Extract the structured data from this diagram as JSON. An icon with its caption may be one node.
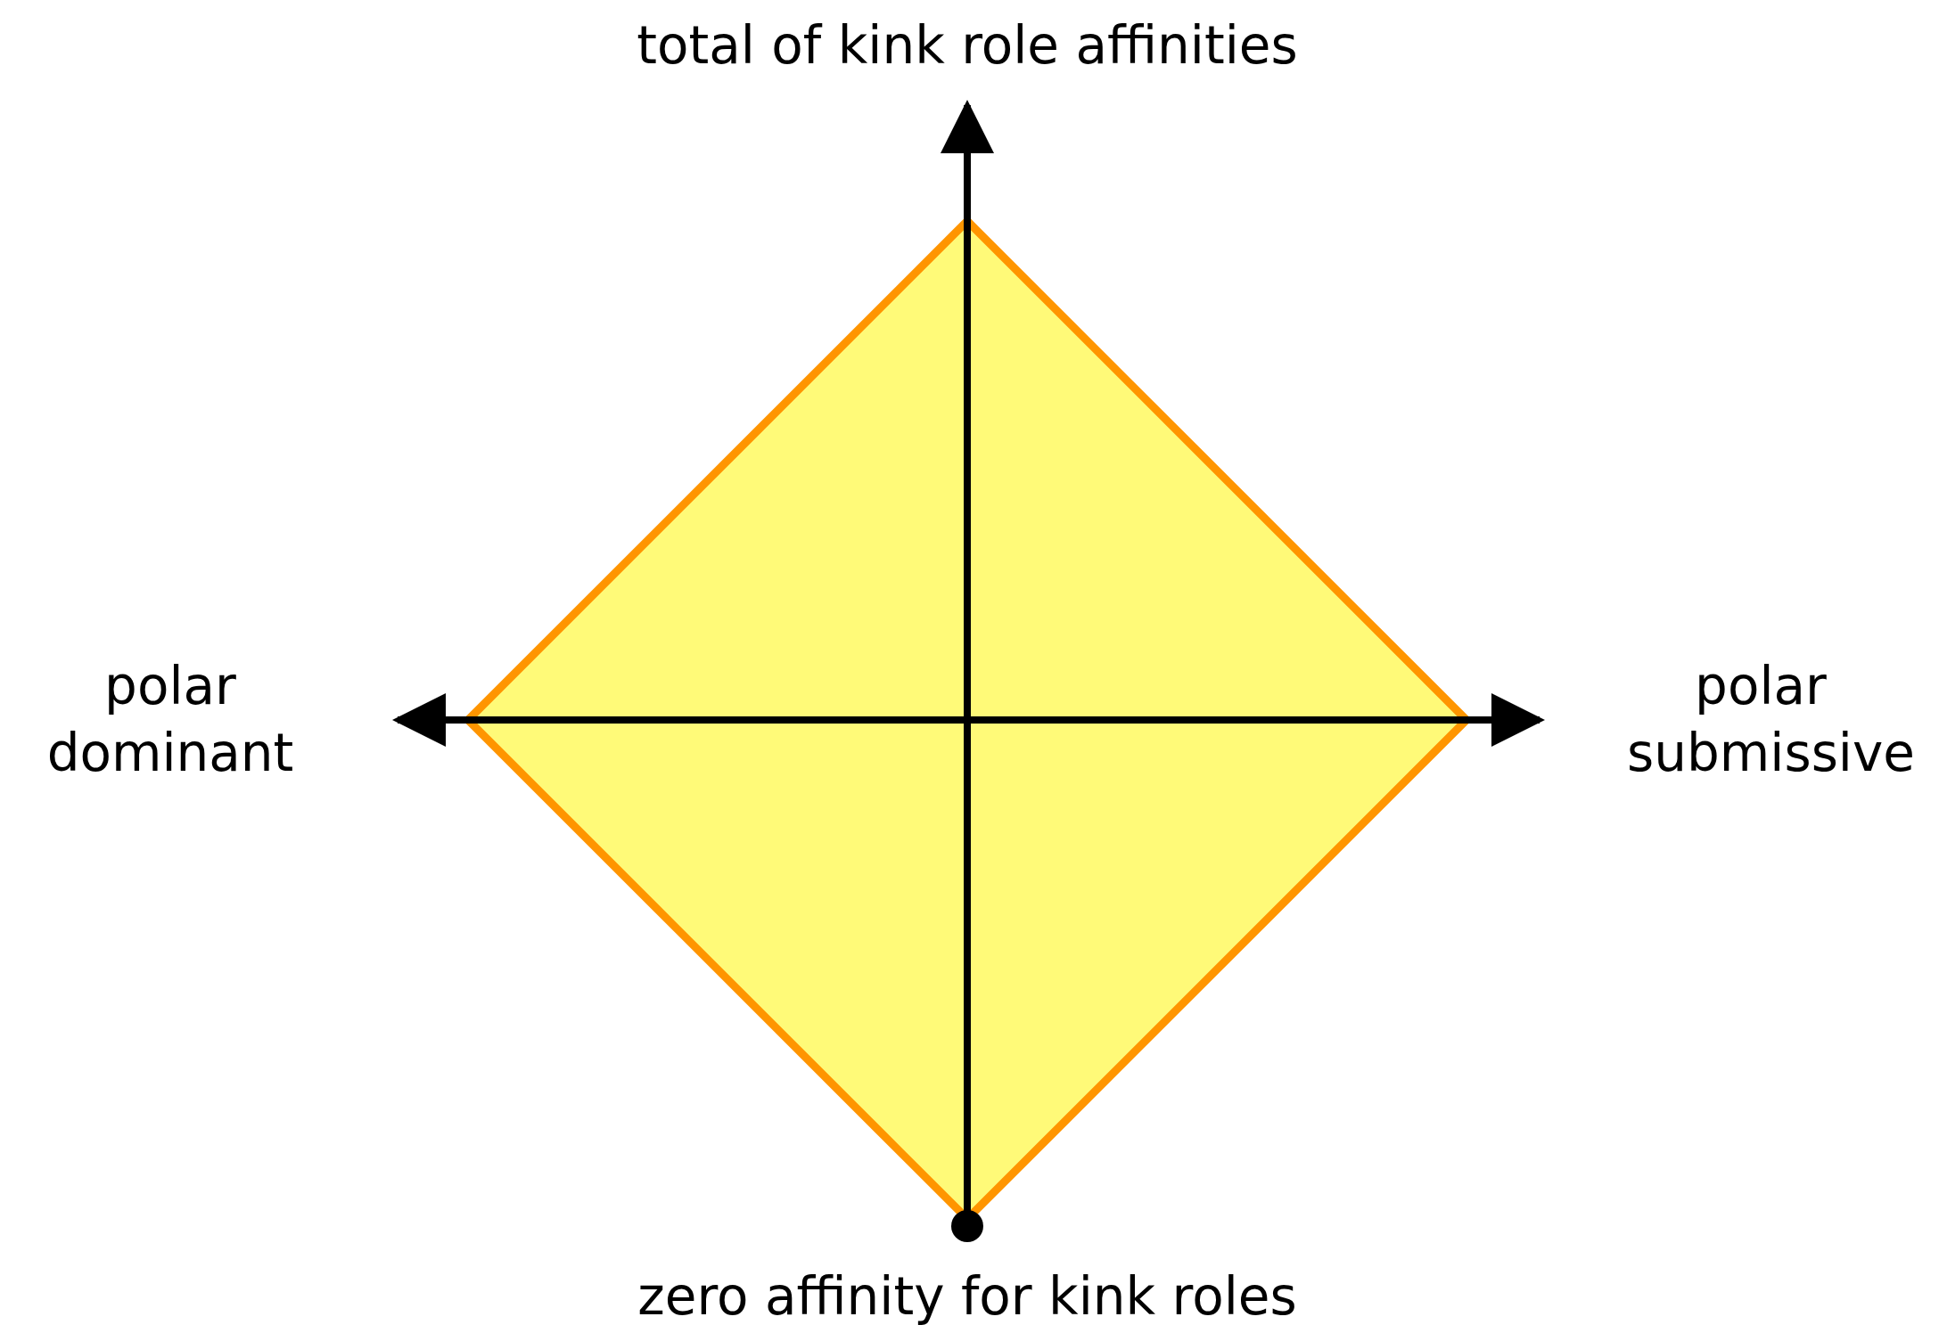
{
  "diagram": {
    "nodes": [
      {
        "text": [],
        "shape": "diamond"
      }
    ],
    "labels": [
      "total of kink role affinities",
      "polar dominant",
      "polar submissive",
      "zero affinity for kink roles"
    ]
  }
}
